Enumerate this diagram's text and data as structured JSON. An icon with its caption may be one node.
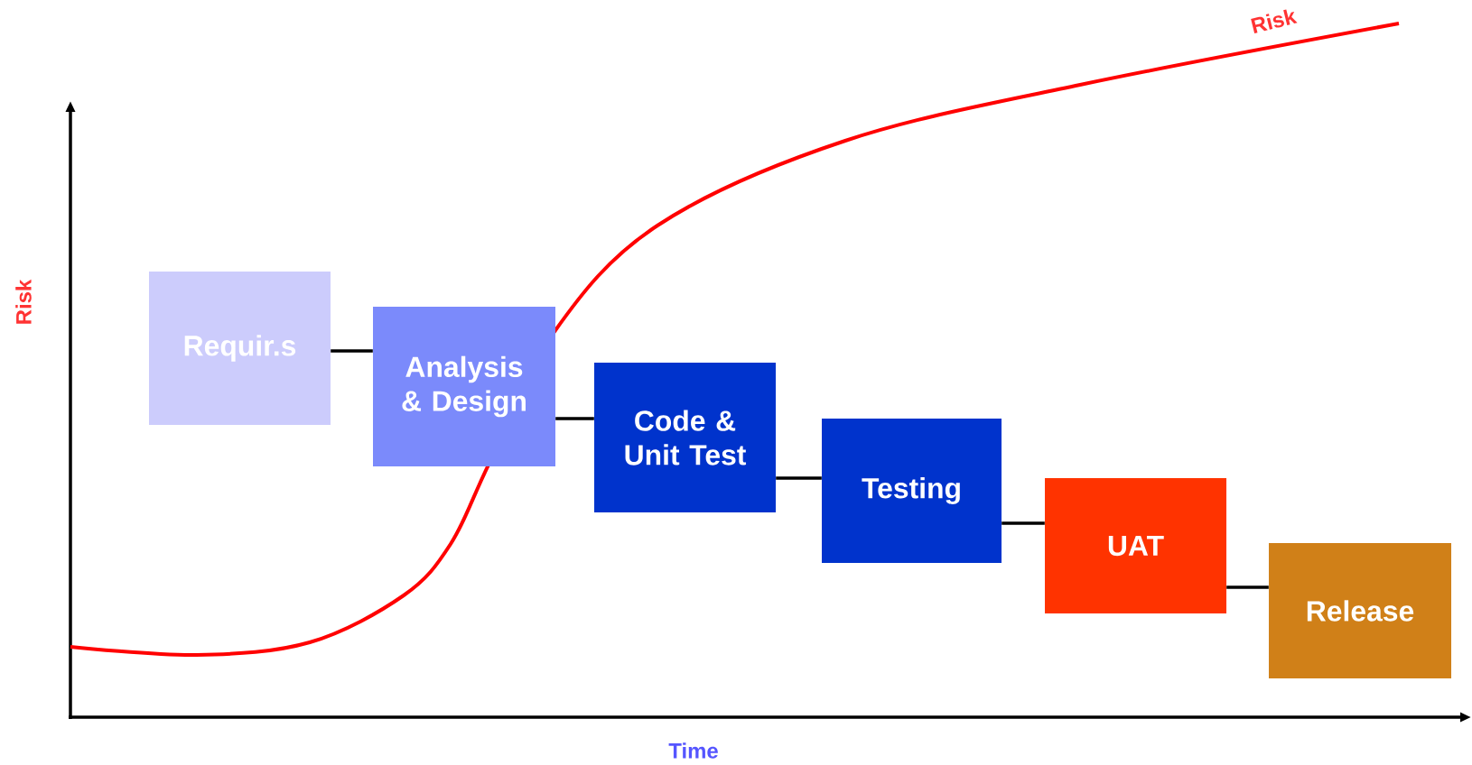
{
  "diagram": {
    "nodes": [
      {
        "text": [
          "Requir.s"
        ]
      },
      {
        "text": [
          "Analysis & Design"
        ]
      },
      {
        "text": [
          "Code & Unit Test"
        ]
      },
      {
        "text": [
          "Testing"
        ]
      },
      {
        "text": [
          "UAT"
        ]
      },
      {
        "text": [
          "Release"
        ]
      }
    ],
    "edges": [
      {
        "from": 0,
        "to": 1,
        "arrow": "none"
      },
      {
        "from": 1,
        "to": 2,
        "arrow": "none"
      },
      {
        "from": 2,
        "to": 3,
        "arrow": "none"
      },
      {
        "from": 3,
        "to": 4,
        "arrow": "none"
      },
      {
        "from": 4,
        "to": 5,
        "arrow": "none"
      }
    ],
    "labels": [
      "Risk",
      "Time",
      "Risk"
    ]
  }
}
